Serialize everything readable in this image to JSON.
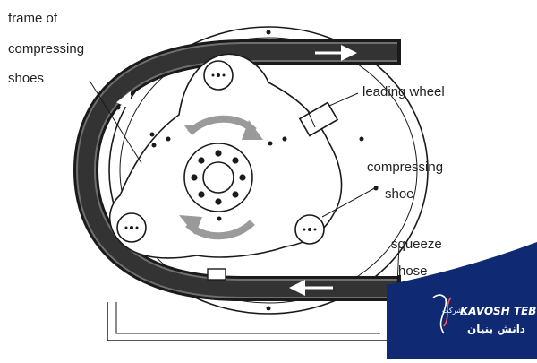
{
  "labels": {
    "frame_line1": "frame of",
    "frame_line2": "compressing",
    "frame_line3": "shoes",
    "leading_wheel": "leading wheel",
    "shoe_line1": "compressing",
    "shoe_line2": "shoe",
    "hose_line1": "squeeze",
    "hose_line2": "hose"
  },
  "logo": {
    "brand": "KAVOSH TEB",
    "brand_prefix": "وشرکت",
    "tagline": "دانش بنیان",
    "colors": {
      "panel": "#0f2a72",
      "accent": "#ffffff"
    }
  },
  "colors": {
    "line": "#1a1a1a",
    "hose": "#333333",
    "hose_light": "#6f6f6f",
    "arrow_gray": "#9a9a9a",
    "background": "#ffffff"
  }
}
